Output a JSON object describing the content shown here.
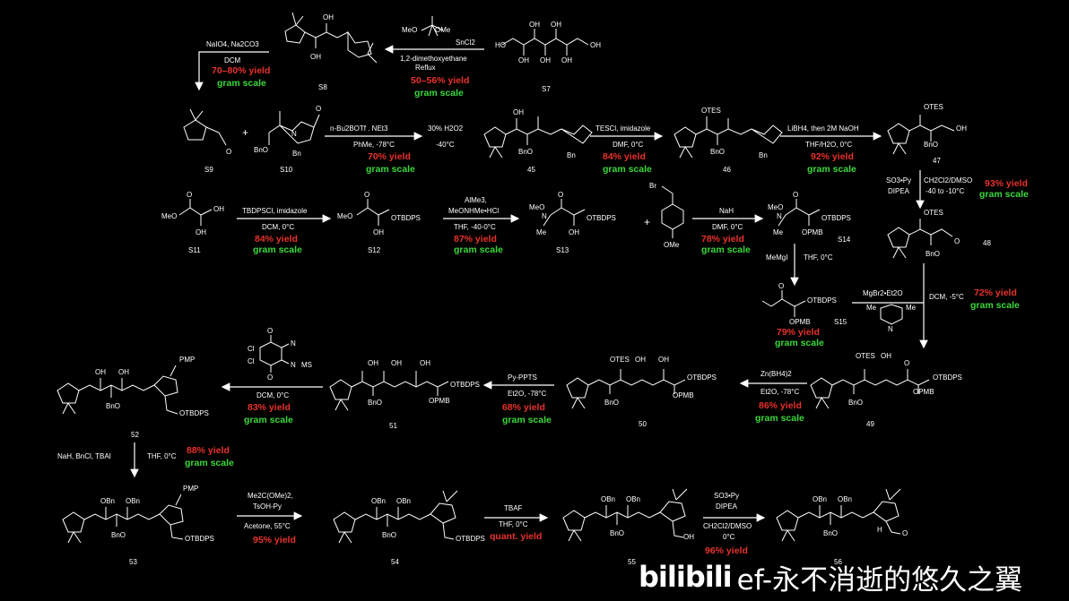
{
  "compounds": {
    "S7": "S7",
    "S8": "S8",
    "S9": "S9",
    "S10": "S10",
    "c45": "45",
    "c46": "46",
    "c47": "47",
    "c48": "48",
    "S11": "S11",
    "S12": "S12",
    "S13": "S13",
    "S14": "S14",
    "S15": "S15",
    "c49": "49",
    "c50": "50",
    "c51": "51",
    "c52": "52",
    "c53": "53",
    "c54": "54",
    "c55": "55",
    "c56": "56"
  },
  "groups": {
    "OH": "OH",
    "OTES": "OTES",
    "OTBDPS": "OTBDPS",
    "OPMB": "OPMB",
    "BnO": "BnO",
    "OBn": "OBn",
    "Bn": "Bn",
    "PMP": "PMP",
    "MeO": "MeO",
    "OMe": "OMe",
    "Me": "Me",
    "O": "O",
    "N": "N",
    "H": "H",
    "Br": "Br",
    "Cl": "Cl",
    "plus": "+",
    "MS": "MS"
  },
  "steps": {
    "s1": {
      "c1": "SnCl2",
      "c2": "1,2-dimethoxyethane",
      "c3": "Reflux",
      "yield": "50–56% yield",
      "scale": "gram scale"
    },
    "s2": {
      "c1": "NaIO4, Na2CO3",
      "c2": "DCM",
      "yield": "70–80% yield",
      "scale": "gram scale"
    },
    "s3": {
      "c1": "n-Bu2BOTf . NEt3",
      "c2": "PhMe, -78°C",
      "yield": "70% yield",
      "scale": "gram scale"
    },
    "s4": {
      "c1": "30% H2O2",
      "c2": "-40°C"
    },
    "s5": {
      "c1": "TESCl, imidazole",
      "c2": "DMF, 0°C",
      "yield": "84% yield",
      "scale": "gram scale"
    },
    "s6": {
      "c1": "LiBH4, then 2M NaOH",
      "c2": "THF/H2O, 0°C",
      "yield": "92% yield",
      "scale": "gram scale"
    },
    "s7": {
      "c1": "SO3•Py",
      "c2": "DIPEA",
      "c3": "CH2Cl2/DMSO",
      "c4": "-40 to -10°C",
      "yield": "93% yield",
      "scale": "gram scale"
    },
    "s8": {
      "c1": "TBDPSCl, imidazole",
      "c2": "DCM, 0°C",
      "yield": "84% yield",
      "scale": "gram scale"
    },
    "s9": {
      "c1": "AlMe3,",
      "c2": "MeONHMe•HCl",
      "c3": "THF, -40-0°C",
      "yield": "87% yield",
      "scale": "gram scale"
    },
    "s10": {
      "c1": "NaH",
      "c2": "DMF, 0°C",
      "yield": "78% yield",
      "scale": "gram scale"
    },
    "s11": {
      "c1": "MeMgI",
      "c2": "THF, 0°C",
      "yield": "79% yield",
      "scale": "gram scale"
    },
    "s12": {
      "c1": "MgBr2•Et2O",
      "c2": "DCM, -5°C",
      "yield": "72% yield",
      "scale": "gram scale"
    },
    "s13": {
      "c1": "Zn(BH4)2",
      "c2": "Et2O, -78°C",
      "yield": "86% yield",
      "scale": "gram scale"
    },
    "s14": {
      "c1": "Py-PPTS",
      "c2": "Et2O, -78°C",
      "yield": "68% yield",
      "scale": "gram scale"
    },
    "s15": {
      "c1": "DCM, 0°C",
      "yield": "83% yield",
      "scale": "gram scale"
    },
    "s16": {
      "c1": "NaH, BnCl, TBAI",
      "c2": "THF, 0°C",
      "yield": "88% yield",
      "scale": "gram scale"
    },
    "s17": {
      "c1": "Me2C(OMe)2,",
      "c2": "TsOH-Py",
      "c3": "Acetone, 55°C",
      "yield": "95% yield"
    },
    "s18": {
      "c1": "TBAF",
      "c2": "THF, 0°C",
      "yield": "quant. yield"
    },
    "s19": {
      "c1": "SO3•Py",
      "c2": "DIPEA",
      "c3": "CH2Cl2/DMSO",
      "c4": "0°C",
      "yield": "96% yield"
    }
  },
  "watermark": {
    "logo": "bilibili",
    "text": "ef-永不消逝的悠久之翼"
  }
}
